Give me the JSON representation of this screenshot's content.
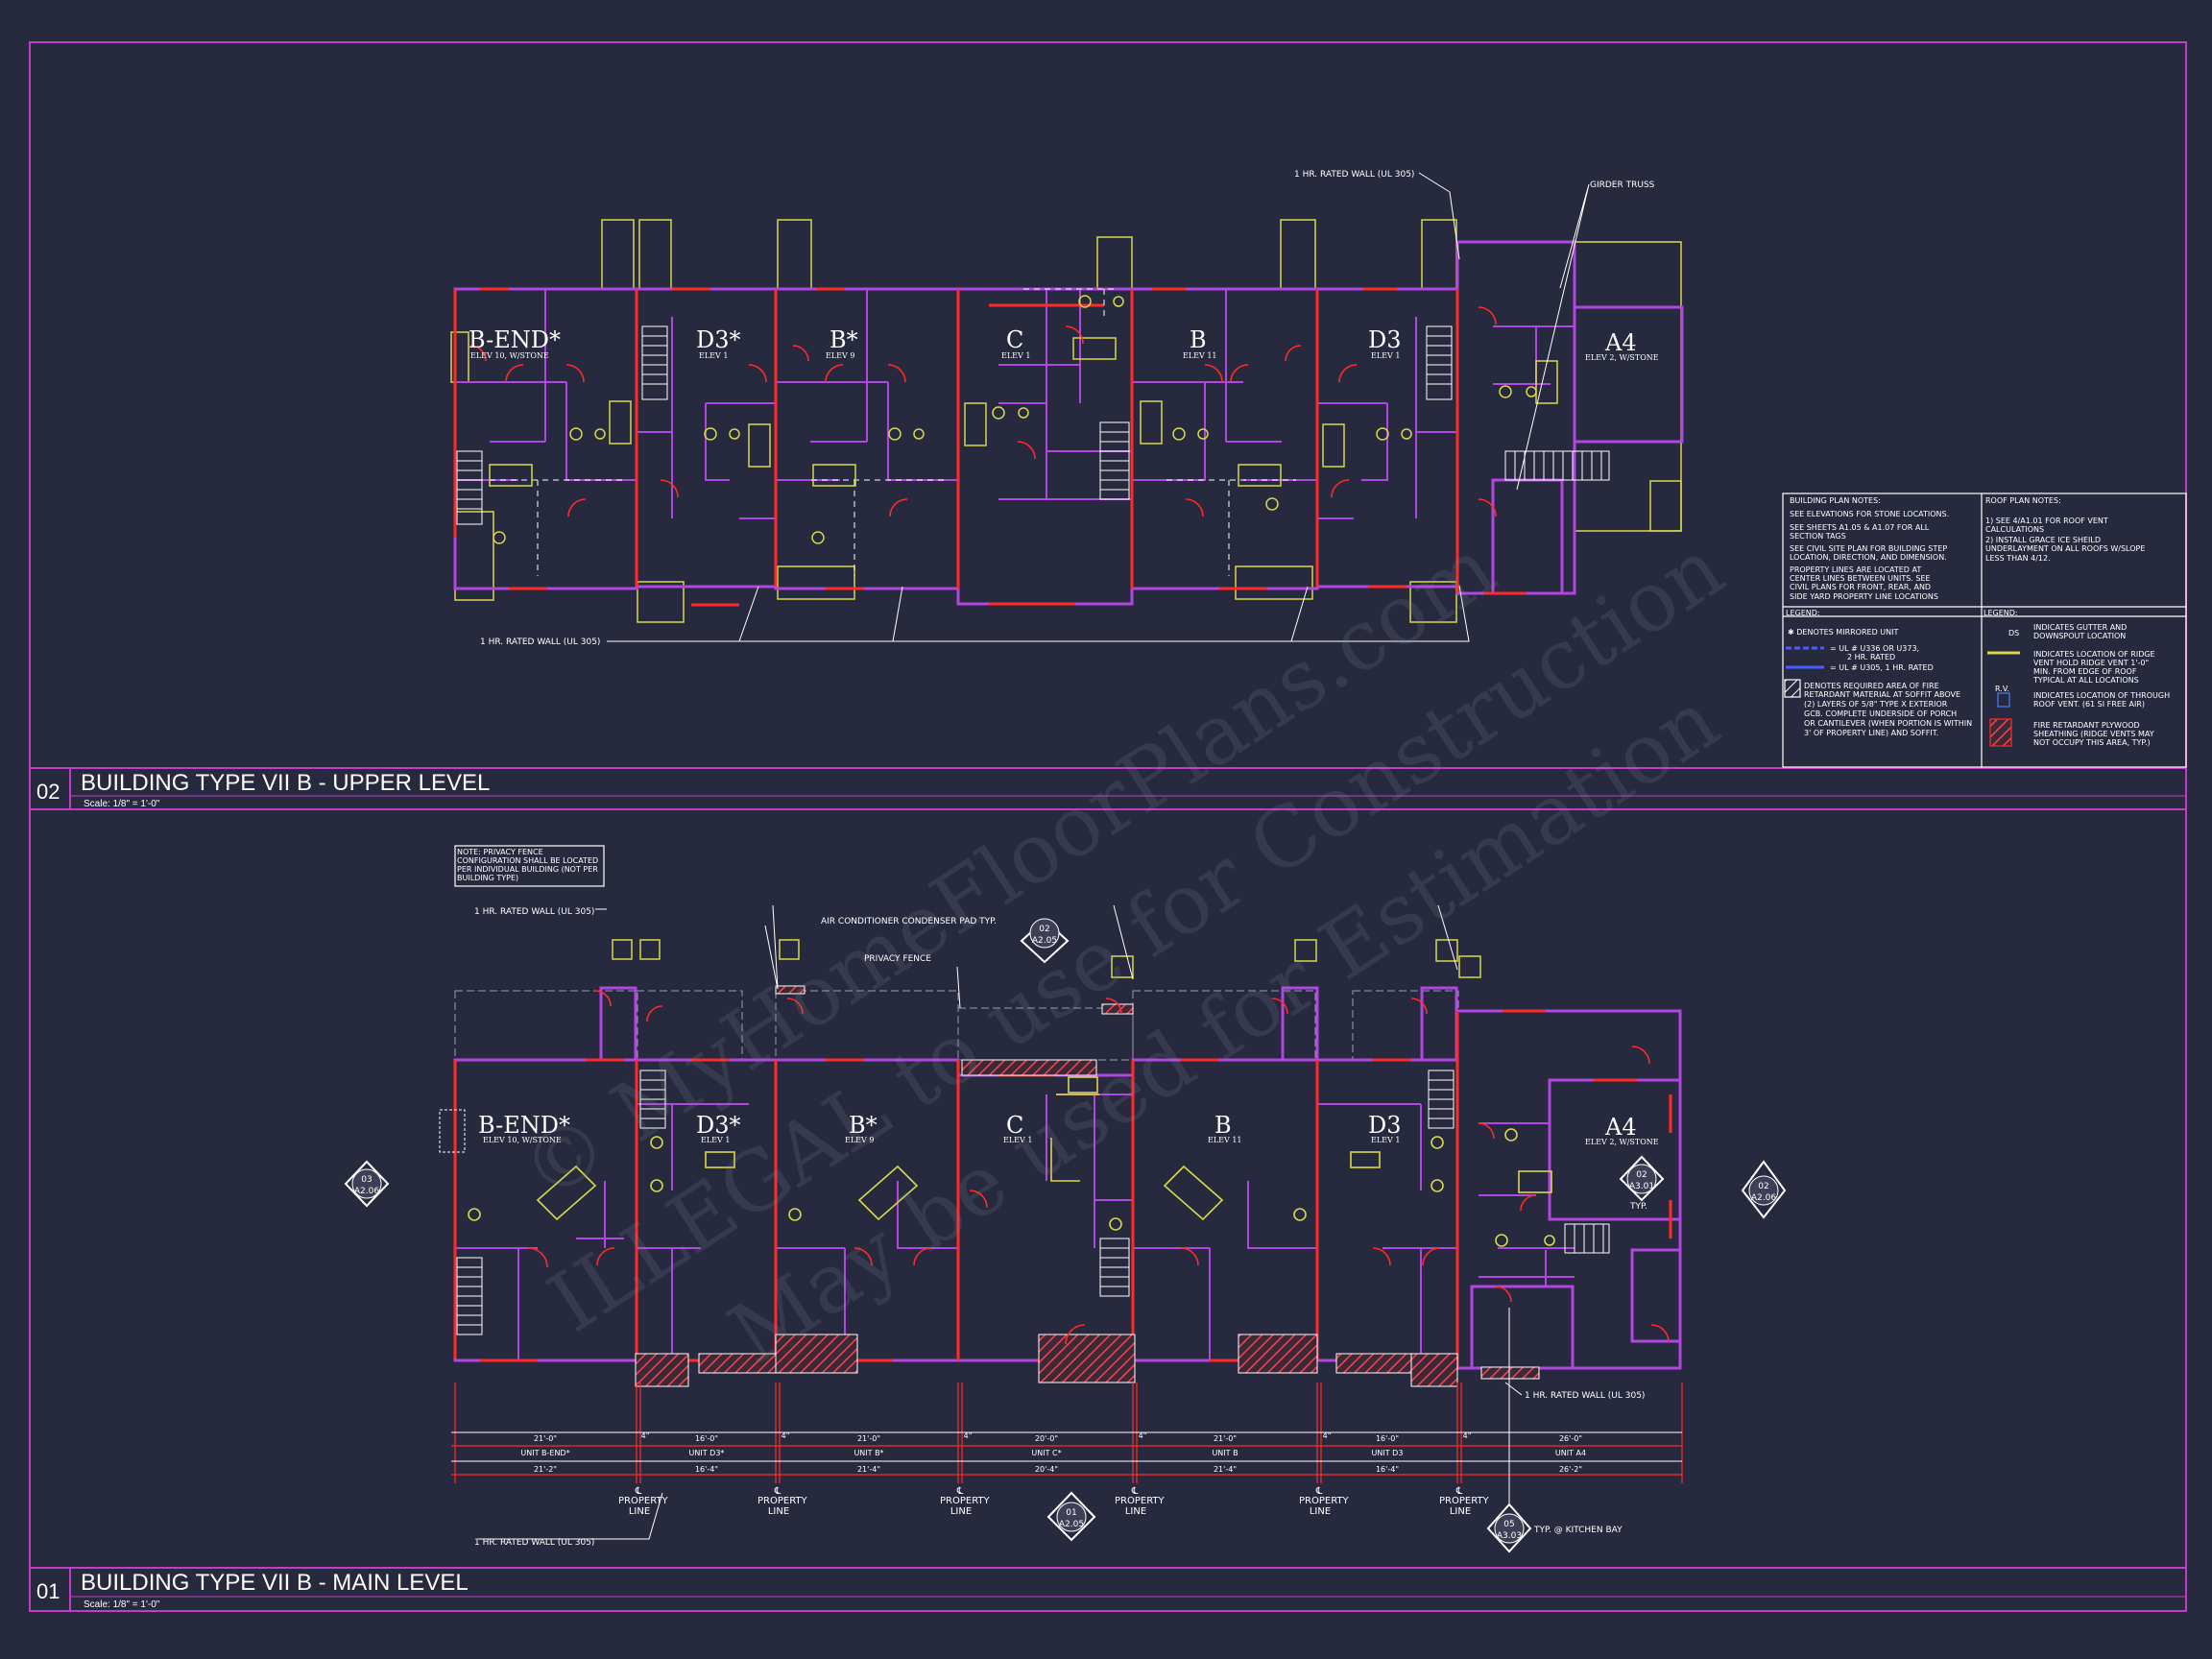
{
  "views": [
    {
      "number": "02",
      "title": "BUILDING TYPE VII B - UPPER LEVEL",
      "scale": "Scale: 1/8\" = 1'-0\""
    },
    {
      "number": "01",
      "title": "BUILDING TYPE VII B - MAIN LEVEL",
      "scale": "Scale: 1/8\" = 1'-0\""
    }
  ],
  "upper_units": [
    {
      "name": "B-END*",
      "sub": "ELEV 10, W/STONE"
    },
    {
      "name": "D3*",
      "sub": "ELEV 1"
    },
    {
      "name": "B*",
      "sub": "ELEV 9"
    },
    {
      "name": "C",
      "sub": "ELEV 1"
    },
    {
      "name": "B",
      "sub": "ELEV 11"
    },
    {
      "name": "D3",
      "sub": "ELEV 1"
    },
    {
      "name": "A4",
      "sub": "ELEV 2, W/STONE"
    }
  ],
  "main_units": [
    {
      "name": "B-END*",
      "sub": "ELEV 10, W/STONE"
    },
    {
      "name": "D3*",
      "sub": "ELEV 1"
    },
    {
      "name": "B*",
      "sub": "ELEV 9"
    },
    {
      "name": "C",
      "sub": "ELEV 1"
    },
    {
      "name": "B",
      "sub": "ELEV 11"
    },
    {
      "name": "D3",
      "sub": "ELEV 1"
    },
    {
      "name": "A4",
      "sub": "ELEV 2, W/STONE"
    }
  ],
  "callouts": {
    "rated_wall": "1 HR. RATED WALL (UL 305)",
    "girder_truss": "GIRDER TRUSS",
    "air_conditioner": "AIR CONDITIONER CONDENSER PAD TYP.",
    "privacy_fence": "PRIVACY FENCE",
    "fence_note": "NOTE: PRIVACY FENCE CONFIGURATION SHALL BE LOCATED PER INDIVIDUAL BUILDING (NOT PER BUILDING TYPE)",
    "typ_kitchen": "TYP. @ KITCHEN BAY",
    "typ": "TYP."
  },
  "section_tags": [
    {
      "top": "02",
      "bottom": "A2.05"
    },
    {
      "top": "03",
      "bottom": "A2.06"
    },
    {
      "top": "02",
      "bottom": "A2.06"
    },
    {
      "top": "02",
      "bottom": "A3.01"
    },
    {
      "top": "01",
      "bottom": "A2.05"
    },
    {
      "top": "05",
      "bottom": "A3.03"
    }
  ],
  "dimensions": {
    "row1": [
      "21'-0\"",
      "4\"",
      "16'-0\"",
      "4\"",
      "21'-0\"",
      "4\"",
      "20'-0\"",
      "4\"",
      "21'-0\"",
      "4\"",
      "16'-0\"",
      "4\"",
      "26'-0\""
    ],
    "units": [
      "UNIT B-END*",
      "UNIT D3*",
      "UNIT B*",
      "UNIT C*",
      "UNIT B",
      "UNIT D3",
      "UNIT A4"
    ],
    "row3": [
      "21'-2\"",
      "16'-4\"",
      "21'-4\"",
      "20'-4\"",
      "21'-4\"",
      "16'-4\"",
      "26'-2\""
    ]
  },
  "property_line": {
    "symbol": "℄",
    "label": "PROPERTY LINE"
  },
  "plan_notes": {
    "heading": "BUILDING PLAN NOTES:",
    "lines": [
      "SEE ELEVATIONS FOR STONE LOCATIONS.",
      "SEE SHEETS A1.05 & A1.07 FOR ALL",
      "SECTION TAGS",
      "SEE CIVIL SITE PLAN FOR BUILDING STEP",
      "LOCATION, DIRECTION, AND DIMENSION.",
      "PROPERTY LINES ARE LOCATED AT",
      "CENTER LINES BETWEEN UNITS. SEE",
      "CIVIL PLANS FOR FRONT, REAR, AND",
      "SIDE YARD PROPERTY LINE LOCATIONS"
    ]
  },
  "roof_notes": {
    "heading": "ROOF PLAN NOTES:",
    "lines": [
      "1) SEE 4/A1.01 FOR ROOF VENT",
      "CALCULATIONS",
      "2) INSTALL GRACE ICE SHEILD",
      "UNDERLAYMENT ON ALL ROOFS W/SLOPE",
      "LESS THAN 4/12."
    ]
  },
  "legend_left": {
    "heading": "LEGEND:",
    "items": [
      "✱  DENOTES MIRRORED UNIT",
      "= UL # U336 OR U373,",
      "2 HR. RATED",
      "= UL # U305, 1 HR. RATED",
      "DENOTES REQUIRED AREA OF FIRE",
      "RETARDANT MATERIAL AT SOFFIT ABOVE",
      "(2) LAYERS OF 5/8\" TYPE X EXTERIOR",
      "GCB. COMPLETE UNDERSIDE OF PORCH",
      "OR CANTILEVER (WHEN PORTION IS WITHIN",
      "3' OF PROPERTY LINE) AND SOFFIT."
    ]
  },
  "legend_right": {
    "heading": "LEGEND:",
    "items": [
      "INDICATES GUTTER AND",
      "DOWNSPOUT LOCATION",
      "INDICATES LOCATION OF RIDGE",
      "VENT HOLD RIDGE VENT 1'-0\"",
      "MIN. FROM EDGE OF ROOF",
      "TYPICAL AT ALL LOCATIONS",
      "INDICATES LOCATION OF THROUGH",
      "ROOF VENT. (61 SI FREE AIR)",
      "FIRE RETARDANT PLYWOOD",
      "SHEATHING (RIDGE VENTS MAY",
      "NOT OCCUPY THIS AREA, TYP.)"
    ],
    "ds": "DS",
    "rv": "R.V."
  },
  "watermark": [
    "© MyHomeFloorPlans.com",
    "ILLEGAL to use for Construction",
    "May be used for Estimation"
  ],
  "colors": {
    "background": "#272a3e",
    "border": "#c23cc8",
    "wall": "#b246e0",
    "fixture": "#d8d84a",
    "rated": "#ff2a2a",
    "line": "#ffffff"
  }
}
